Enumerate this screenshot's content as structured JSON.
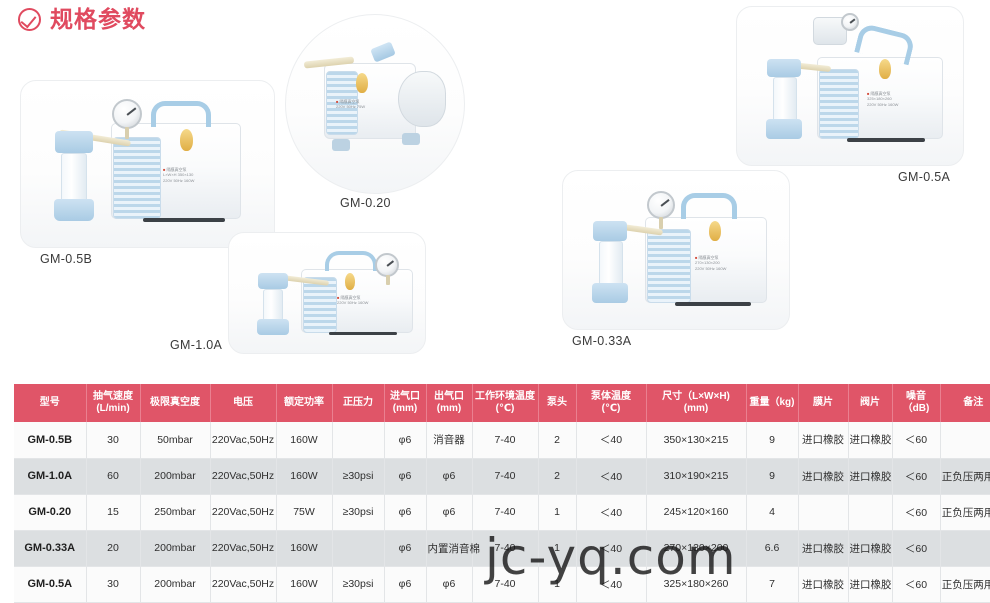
{
  "section": {
    "title": "规格参数",
    "icon": "check-circle-icon",
    "accent_color": "#e04a5f"
  },
  "gallery": {
    "products": [
      {
        "label": "GM-0.5B",
        "view": "front-left"
      },
      {
        "label": "GM-0.20",
        "view": "angled-round"
      },
      {
        "label": "GM-1.0A",
        "view": "front-right"
      },
      {
        "label": "GM-0.33A",
        "view": "front-left"
      },
      {
        "label": "GM-0.5A",
        "view": "top-angled"
      }
    ]
  },
  "table": {
    "header_color": "#e05568",
    "columns": [
      "型号",
      "抽气速度\n(L/min)",
      "极限真空度",
      "电压",
      "额定功率",
      "正压力",
      "进气口\n(mm)",
      "出气口\n(mm)",
      "工作环境温度\n(℃)",
      "泵头",
      "泵体温度\n(℃)",
      "尺寸（L×W×H)\n(mm)",
      "重量（kg)",
      "膜片",
      "阀片",
      "噪音（dB)",
      "备注"
    ],
    "rows": [
      {
        "model": "GM-0.5B",
        "pumping_speed": "30",
        "ultimate_vacuum": "50mbar",
        "voltage": "220Vac,50Hz",
        "rated_power": "160W",
        "positive_pressure": "",
        "inlet": "φ6",
        "outlet": "消音器",
        "ambient_temp": "7-40",
        "pump_heads": "2",
        "body_temp": "＜40",
        "dimensions": "350×130×215",
        "weight": "9",
        "diaphragm": "进口橡胶",
        "valve_plate": "进口橡胶",
        "noise": "＜60",
        "remark": ""
      },
      {
        "model": "GM-1.0A",
        "pumping_speed": "60",
        "ultimate_vacuum": "200mbar",
        "voltage": "220Vac,50Hz",
        "rated_power": "160W",
        "positive_pressure": "≥30psi",
        "inlet": "φ6",
        "outlet": "φ6",
        "ambient_temp": "7-40",
        "pump_heads": "2",
        "body_temp": "＜40",
        "dimensions": "310×190×215",
        "weight": "9",
        "diaphragm": "进口橡胶",
        "valve_plate": "进口橡胶",
        "noise": "＜60",
        "remark": "正负压两用型"
      },
      {
        "model": "GM-0.20",
        "pumping_speed": "15",
        "ultimate_vacuum": "250mbar",
        "voltage": "220Vac,50Hz",
        "rated_power": "75W",
        "positive_pressure": "≥30psi",
        "inlet": "φ6",
        "outlet": "φ6",
        "ambient_temp": "7-40",
        "pump_heads": "1",
        "body_temp": "＜40",
        "dimensions": "245×120×160",
        "weight": "4",
        "diaphragm": "",
        "valve_plate": "",
        "noise": "＜60",
        "remark": "正负压两用型"
      },
      {
        "model": "GM-0.33A",
        "pumping_speed": "20",
        "ultimate_vacuum": "200mbar",
        "voltage": "220Vac,50Hz",
        "rated_power": "160W",
        "positive_pressure": "",
        "inlet": "φ6",
        "outlet": "内置消音棉",
        "ambient_temp": "7-40",
        "pump_heads": "1",
        "body_temp": "＜40",
        "dimensions": "270×130×200",
        "weight": "6.6",
        "diaphragm": "进口橡胶",
        "valve_plate": "进口橡胶",
        "noise": "＜60",
        "remark": ""
      },
      {
        "model": "GM-0.5A",
        "pumping_speed": "30",
        "ultimate_vacuum": "200mbar",
        "voltage": "220Vac,50Hz",
        "rated_power": "160W",
        "positive_pressure": "≥30psi",
        "inlet": "φ6",
        "outlet": "φ6",
        "ambient_temp": "7-40",
        "pump_heads": "1",
        "body_temp": "＜40",
        "dimensions": "325×180×260",
        "weight": "7",
        "diaphragm": "进口橡胶",
        "valve_plate": "进口橡胶",
        "noise": "＜60",
        "remark": "正负压两用型"
      }
    ]
  },
  "watermark": {
    "text": "jc-yq.com"
  }
}
